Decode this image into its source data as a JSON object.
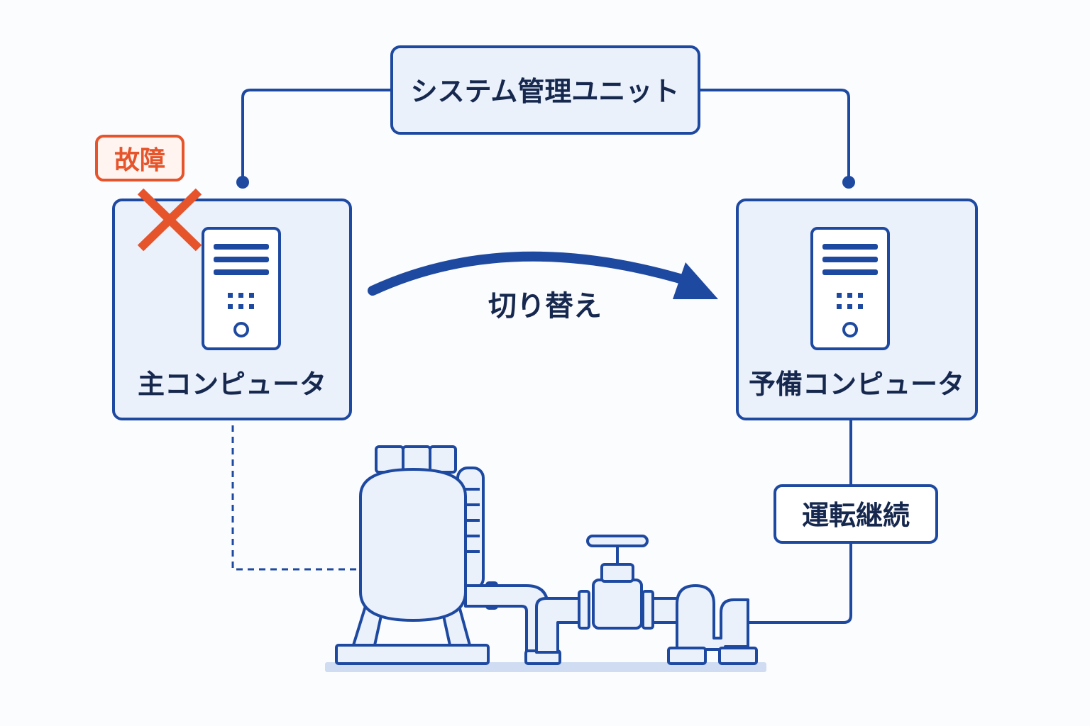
{
  "system_unit": {
    "label": "システム管理ユニット"
  },
  "primary_computer": {
    "label": "主コンピュータ"
  },
  "backup_computer": {
    "label": "予備コンピュータ"
  },
  "fault_badge": {
    "label": "故障"
  },
  "switch_arrow": {
    "label": "切り替え"
  },
  "operation_badge": {
    "label": "運転継続"
  },
  "colors": {
    "stroke": "#1e49a0",
    "fill_light": "#eaf1fb",
    "text_dark": "#16284e",
    "fault": "#e6542b",
    "fault_fill": "#fff4ef",
    "background": "#fbfcfe"
  },
  "icons": {
    "fault_mark": "cross-icon",
    "server": "server-icon",
    "equipment": "tank-pump-valve-illustration"
  }
}
